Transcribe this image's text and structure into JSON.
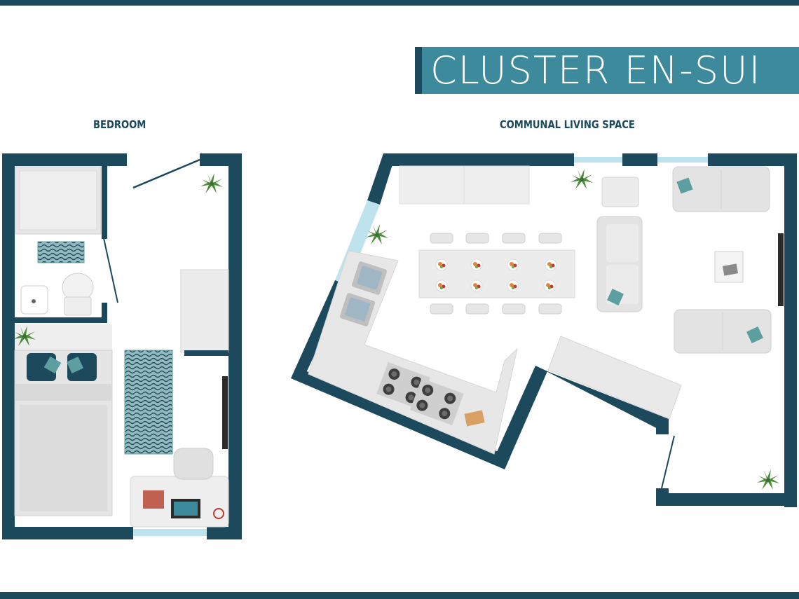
{
  "title": "CLUSTER EN-SUI",
  "sections": {
    "bedroom": "BEDROOM",
    "communal": "COMMUNAL LIVING SPACE"
  },
  "colors": {
    "wall": "#1c4a5c",
    "accent": "#3d8a9c",
    "floor": "#ffffff",
    "furniture": "#e3e3e3",
    "furniture_edge": "#cfcfcf",
    "window": "#bfe3ee",
    "plant": "#4c8a3c",
    "cushion": "#1c4a5c",
    "teal_cushion": "#5d9ea0"
  },
  "icons": [
    "plant-icon",
    "shower-icon",
    "toilet-icon",
    "sink-icon",
    "bed-icon",
    "rug-icon",
    "desk-icon",
    "chair-icon",
    "wardrobe-icon",
    "dining-table-icon",
    "stove-icon",
    "sofa-icon",
    "coffee-table-icon",
    "tv-icon"
  ]
}
